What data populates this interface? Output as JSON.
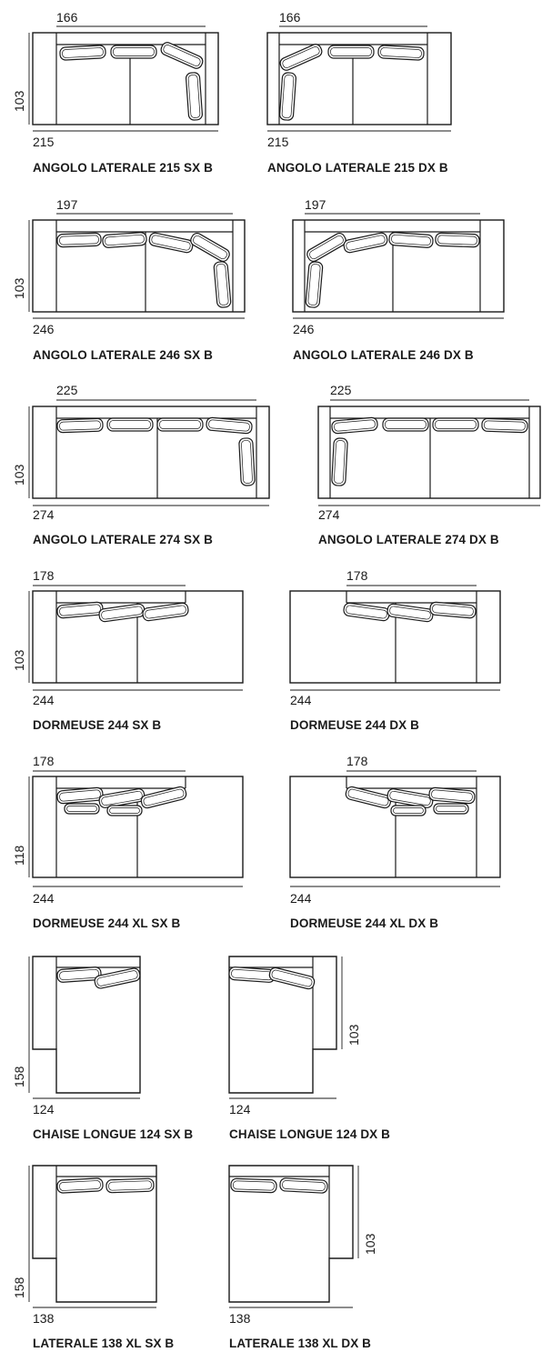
{
  "colors": {
    "line": "#1a1a1a",
    "background": "#ffffff"
  },
  "models": [
    {
      "caption": "ANGOLO LATERALE 215 SX B",
      "width": "215",
      "inner": "166",
      "depth": "103"
    },
    {
      "caption": "ANGOLO LATERALE 215 DX B",
      "width": "215",
      "inner": "166",
      "depth": ""
    },
    {
      "caption": "ANGOLO LATERALE 246 SX B",
      "width": "246",
      "inner": "197",
      "depth": "103"
    },
    {
      "caption": "ANGOLO LATERALE 246 DX B",
      "width": "246",
      "inner": "197",
      "depth": ""
    },
    {
      "caption": "ANGOLO LATERALE 274 SX B",
      "width": "274",
      "inner": "225",
      "depth": "103"
    },
    {
      "caption": "ANGOLO LATERALE 274 DX B",
      "width": "274",
      "inner": "225",
      "depth": ""
    },
    {
      "caption": "DORMEUSE 244 SX B",
      "width": "244",
      "inner": "178",
      "depth": "103"
    },
    {
      "caption": "DORMEUSE 244 DX B",
      "width": "244",
      "inner": "178",
      "depth": ""
    },
    {
      "caption": "DORMEUSE 244 XL SX B",
      "width": "244",
      "inner": "178",
      "depth": "118"
    },
    {
      "caption": "DORMEUSE 244 XL DX B",
      "width": "244",
      "inner": "178",
      "depth": ""
    },
    {
      "caption": "CHAISE LONGUE 124 SX B",
      "width": "124",
      "inner": "",
      "depth": "158"
    },
    {
      "caption": "CHAISE LONGUE 124 DX B",
      "width": "124",
      "inner": "",
      "depth": "103"
    },
    {
      "caption": "LATERALE 138 XL SX B",
      "width": "138",
      "inner": "",
      "depth": "158"
    },
    {
      "caption": "LATERALE 138 XL DX B",
      "width": "138",
      "inner": "",
      "depth": "103"
    }
  ]
}
